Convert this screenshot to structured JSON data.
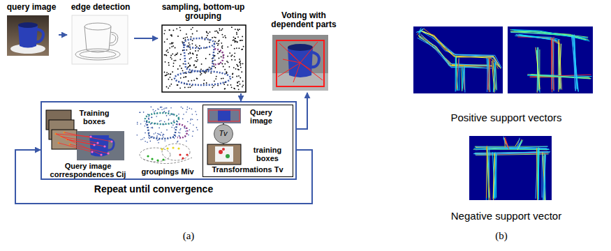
{
  "diagram": {
    "nodes": [
      {
        "text": [
          "query image"
        ]
      },
      {
        "text": [
          "edge detection"
        ]
      },
      {
        "text": [
          "sampling, bottom-up grouping"
        ]
      },
      {
        "text": [
          "Voting with dependent parts"
        ]
      },
      {
        "text": [
          "Repeat until convergence"
        ]
      },
      {
        "text": [
          "Training boxes",
          "Query image correspondences Cij"
        ],
        "in": 4
      },
      {
        "text": [
          "groupings Miv"
        ],
        "in": 4
      },
      {
        "text": [
          "Query image",
          "training boxes",
          "Transformations Tv"
        ],
        "in": 4
      },
      {
        "text": [
          "Tv"
        ],
        "in": 7
      }
    ],
    "edges": [
      {
        "from": 0,
        "to": 1,
        "arrow": "to"
      },
      {
        "from": 1,
        "to": 2,
        "arrow": "to"
      },
      {
        "from": 2,
        "to": 4,
        "arrow": "to"
      },
      {
        "from": 4,
        "to": 3,
        "arrow": "to"
      },
      {
        "from": 4,
        "to": 4,
        "arrow": "to"
      }
    ],
    "labels": [
      "(a)",
      "(b)",
      "Positive support vectors",
      "Negative support vector"
    ]
  }
}
